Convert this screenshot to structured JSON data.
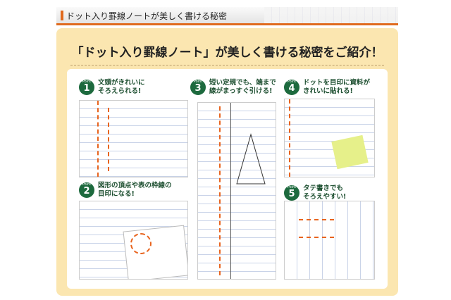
{
  "header": {
    "title": "ドット入り罫線ノートが美しく書ける秘密"
  },
  "main_title": "「ドット入り罫線ノート」が美しく書ける秘密をご紹介！",
  "points": [
    {
      "badge": "Point",
      "number": "1",
      "caption1": "文頭がきれいに",
      "caption2": "そろえられる!"
    },
    {
      "badge": "Point",
      "number": "2",
      "caption1": "図形の頂点や表の枠線の",
      "caption2": "目印になる!"
    },
    {
      "badge": "Point",
      "number": "3",
      "caption1": "短い定規でも、端まで",
      "caption2": "線がまっすぐ引ける!"
    },
    {
      "badge": "Point",
      "number": "4",
      "caption1": "ドットを目印に資料が",
      "caption2": "きれいに貼れる!"
    },
    {
      "badge": "Point",
      "number": "5",
      "caption1": "タテ書きでも",
      "caption2": "そろえやすい!"
    }
  ],
  "colors": {
    "accent": "#e06a1e",
    "badge": "#1d6a3e",
    "panel": "#fbe6b0"
  }
}
